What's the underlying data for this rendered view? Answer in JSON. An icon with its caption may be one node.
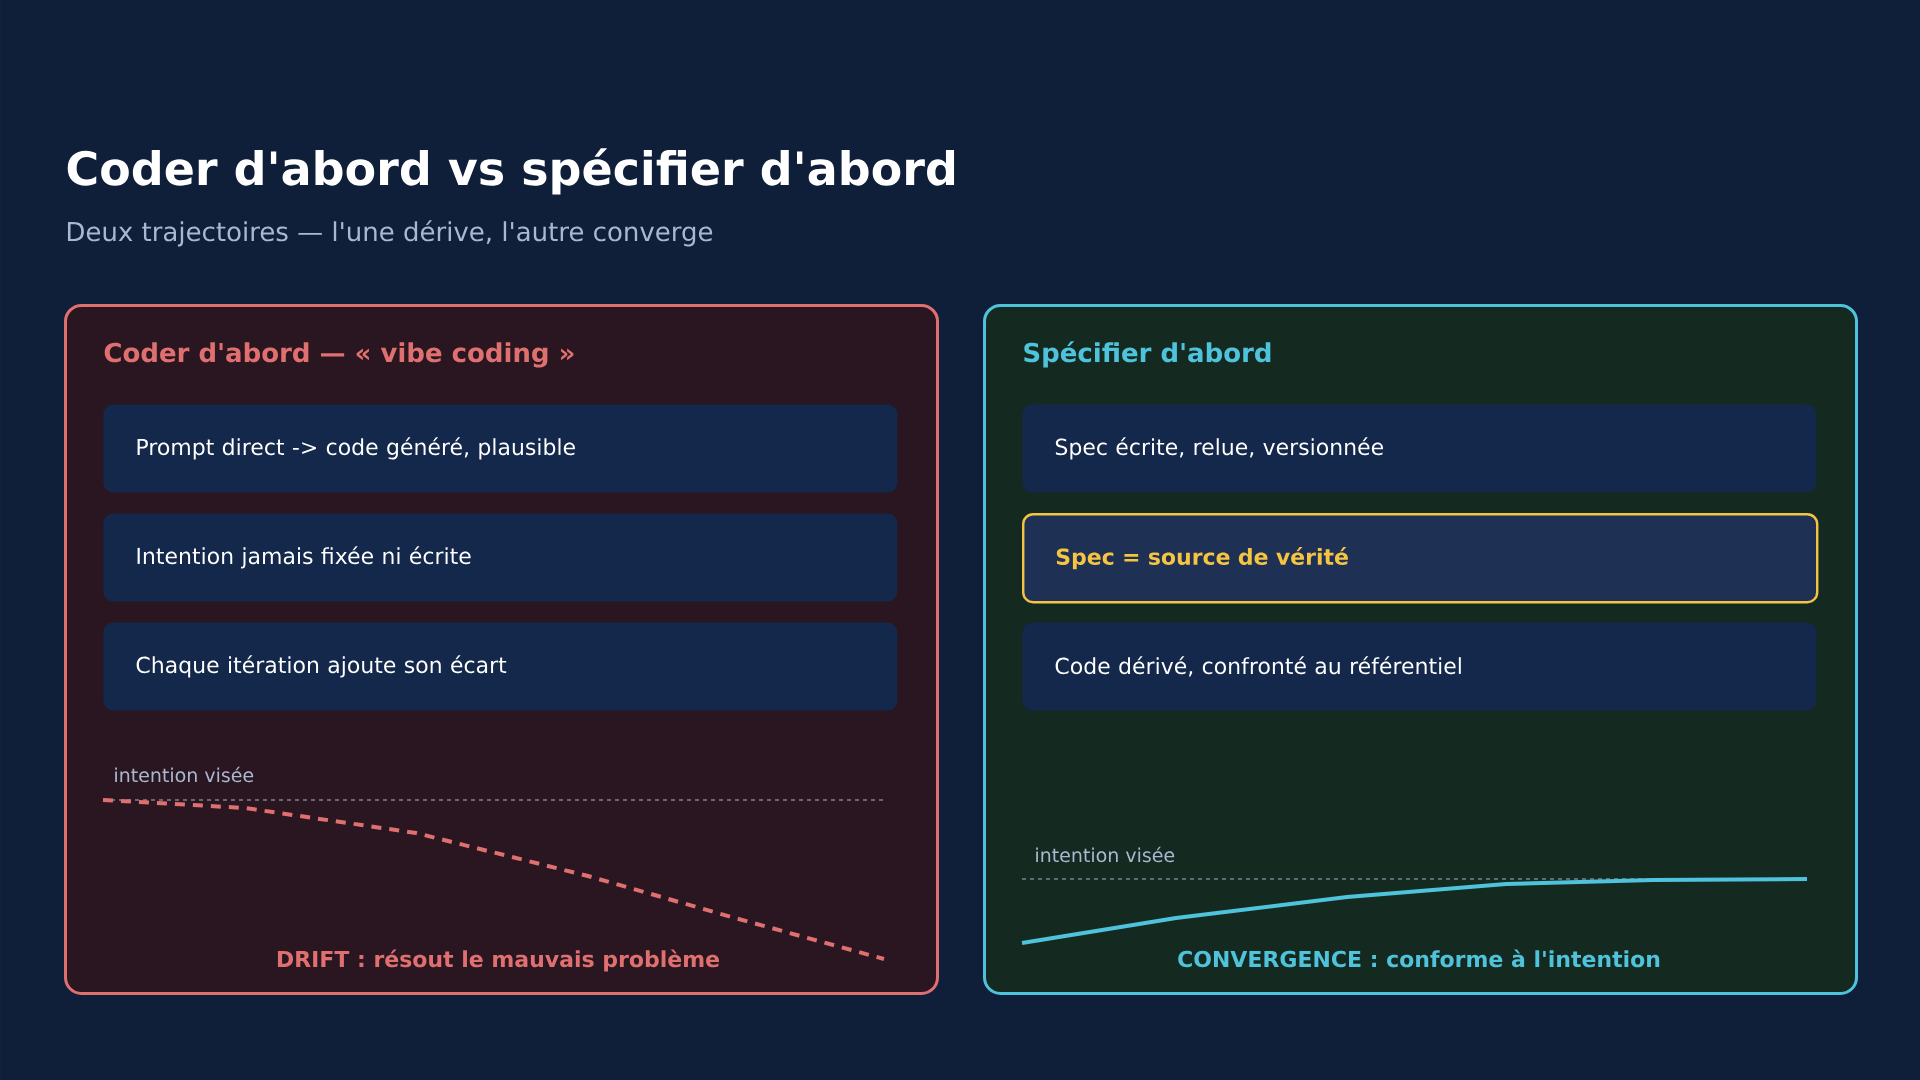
{
  "diagram": {
    "title": "Coder d'abord vs spécifier d'abord",
    "caption": "Deux trajectoires — l'une dérive, l'autre converge",
    "nodes": [
      {
        "text": [
          "Coder d'abord — « vibe coding »"
        ]
      },
      {
        "text": [
          "Prompt direct -> code généré, plausible"
        ],
        "in": 0
      },
      {
        "text": [
          "Intention jamais fixée ni écrite"
        ],
        "in": 0
      },
      {
        "text": [
          "Chaque itération ajoute son écart"
        ],
        "in": 0
      },
      {
        "text": [
          "Spécifier d'abord"
        ]
      },
      {
        "text": [
          "Spec écrite, relue, versionnée"
        ],
        "in": 4
      },
      {
        "text": [
          "Spec = source de vérité"
        ],
        "in": 4
      },
      {
        "text": [
          "Code dérivé, confronté au référentiel"
        ],
        "in": 4
      }
    ],
    "labels": [
      "intention visée",
      "DRIFT : résout le mauvais problème",
      "intention visée",
      "CONVERGENCE : conforme à l'intention"
    ]
  }
}
